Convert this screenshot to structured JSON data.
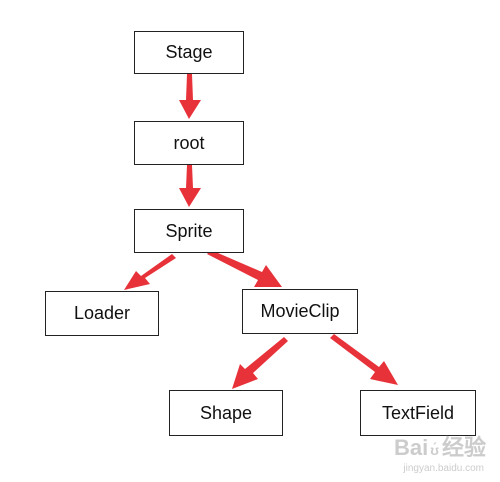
{
  "nodes": {
    "stage": "Stage",
    "root": "root",
    "sprite": "Sprite",
    "loader": "Loader",
    "movieclip": "MovieClip",
    "shape": "Shape",
    "textfield": "TextField"
  },
  "edges": [
    {
      "from": "Stage",
      "to": "root"
    },
    {
      "from": "root",
      "to": "Sprite"
    },
    {
      "from": "Sprite",
      "to": "Loader"
    },
    {
      "from": "Sprite",
      "to": "MovieClip"
    },
    {
      "from": "MovieClip",
      "to": "Shape"
    },
    {
      "from": "MovieClip",
      "to": "TextField"
    }
  ],
  "colors": {
    "arrow": "#e8323a",
    "box_border": "#222222",
    "text": "#111111"
  },
  "watermark": {
    "brand_latin": "Bai",
    "brand_mark": "ʊ́",
    "brand_cn": "经验",
    "url": "jingyan.baidu.com"
  }
}
